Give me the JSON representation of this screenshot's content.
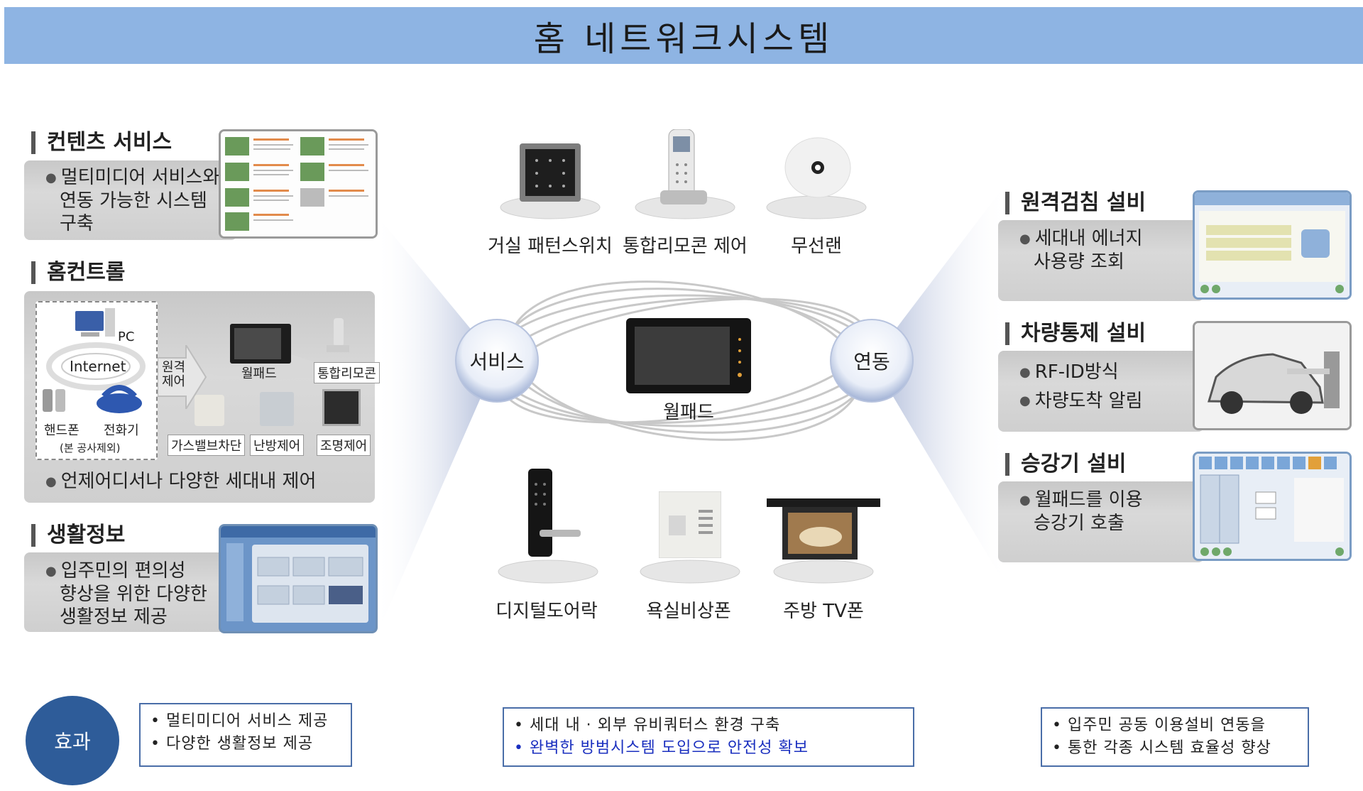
{
  "title": "홈 네트워크시스템",
  "left": {
    "contents": {
      "heading": "컨텐츠 서비스",
      "lines": [
        "멀티미디어 서비스와",
        "연동 가능한 시스템",
        "구축"
      ]
    },
    "homecontrol": {
      "heading": "홈컨트롤",
      "pc": "PC",
      "internet": "Internet",
      "remote": [
        "원격",
        "제어"
      ],
      "handphone": "핸드폰",
      "phone": "전화기",
      "excluded": "(본 공사제외)",
      "wallpad": "월패드",
      "remocon": "통합리모콘",
      "gas": "가스밸브차단",
      "heating": "난방제어",
      "lighting": "조명제어",
      "bullet": "언제어디서나 다양한 세대내 제어"
    },
    "lifeinfo": {
      "heading": "생활정보",
      "lines": [
        "입주민의 편의성",
        "향상을 위한 다양한",
        "생활정보 제공"
      ]
    }
  },
  "center": {
    "top_devices": [
      "거실 패턴스위치",
      "통합리모콘 제어",
      "무선랜"
    ],
    "service": "서비스",
    "link": "연동",
    "wallpad": "월패드",
    "bottom_devices": [
      "디지털도어락",
      "욕실비상폰",
      "주방 TV폰"
    ]
  },
  "right": {
    "meter": {
      "heading": "원격검침 설비",
      "lines": [
        "세대내 에너지",
        "사용량 조회"
      ]
    },
    "vehicle": {
      "heading": "차량통제 설비",
      "lines": [
        "RF-ID방식",
        "차량도착 알림"
      ]
    },
    "elevator": {
      "heading": "승강기 설비",
      "lines": [
        "월패드를 이용",
        "승강기 호출"
      ]
    }
  },
  "effects": {
    "label": "효과",
    "box1": [
      "• 멀티미디어 서비스 제공",
      "• 다양한 생활정보 제공"
    ],
    "box2": [
      "• 세대 내 · 외부 유비쿼터스 환경 구축",
      "• 완벽한 방범시스템 도입으로 안전성 확보"
    ],
    "box3": [
      "• 입주민 공동 이용설비 연동을",
      "• 통한 각종 시스템 효율성 향상"
    ]
  },
  "colors": {
    "title_bg": "#8eb4e3",
    "effect_circle": "#2e5c99",
    "effect_border": "#4a6ea8",
    "highlight_text": "#1a2fbf"
  }
}
